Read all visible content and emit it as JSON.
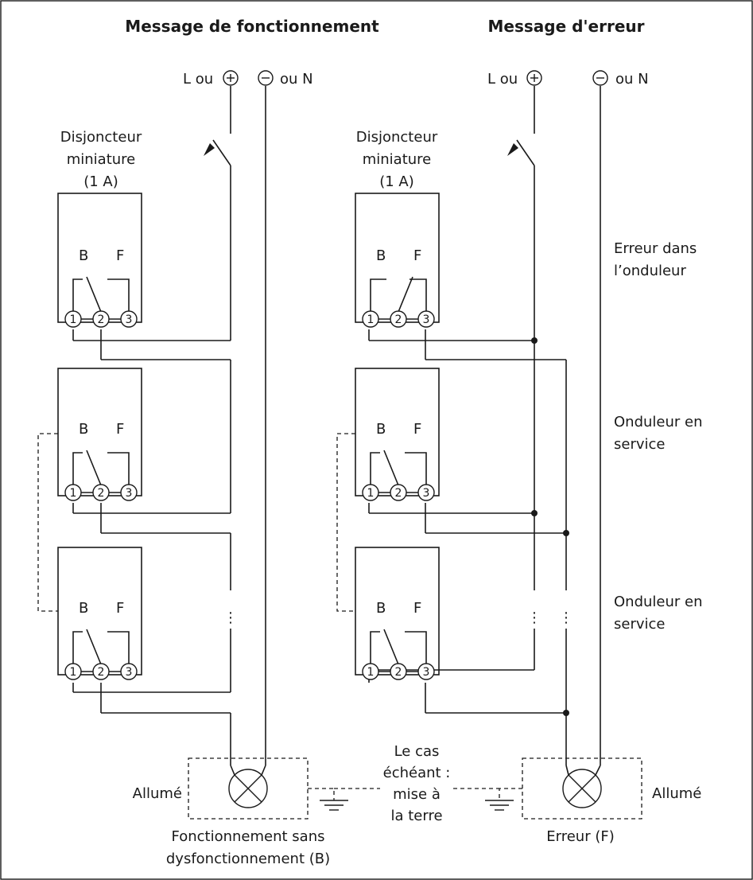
{
  "titles": {
    "left": "Message de fonctionnement",
    "right": "Message d'erreur"
  },
  "supply": {
    "left_prefix": "L ou",
    "plus_symbol": "+",
    "minus_symbol": "−",
    "neutral_suffix": "ou N"
  },
  "breaker": {
    "line1": "Disjoncteur",
    "line2": "miniature",
    "line3": "(1 A)"
  },
  "relay": {
    "contact_b": "B",
    "contact_f": "F",
    "term1": "1",
    "term2": "2",
    "term3": "3"
  },
  "status_right": {
    "error_line1": "Erreur dans",
    "error_line2": "l’onduleur",
    "service_line1": "Onduleur en",
    "service_line2": "service"
  },
  "lamps": {
    "left_state": "Allumé",
    "right_state": "Allumé",
    "left_caption_line1": "Fonctionnement sans",
    "left_caption_line2": "dysfonctionnement (B)",
    "right_caption": "Erreur (F)"
  },
  "grounding": {
    "line1": "Le cas",
    "line2": "échéant :",
    "line3": "mise à",
    "line4": "la terre"
  }
}
